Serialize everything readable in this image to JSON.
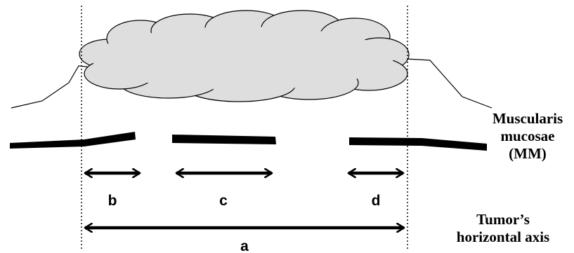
{
  "labels": {
    "muscularis": [
      "Muscularis",
      "mucosae",
      "(MM)"
    ],
    "tumor_axis": [
      "Tumor’s",
      "horizontal axis"
    ],
    "segments": {
      "a": "a",
      "b": "b",
      "c": "c",
      "d": "d"
    }
  },
  "colors": {
    "tumor_fill": "#dedede",
    "ink": "#000000"
  }
}
